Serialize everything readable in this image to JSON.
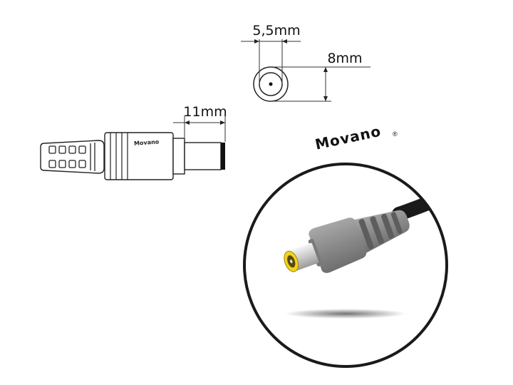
{
  "dimensions": {
    "inner_diameter": "5,5mm",
    "outer_diameter": "8mm",
    "tip_length": "11mm"
  },
  "brand": {
    "logo_text": "Movano",
    "registered_mark": "®"
  },
  "colors": {
    "line": "#222222",
    "plug_body": "#8c8c8c",
    "tip_ring": "#f2d21b",
    "metal": "#d9d9d9"
  }
}
